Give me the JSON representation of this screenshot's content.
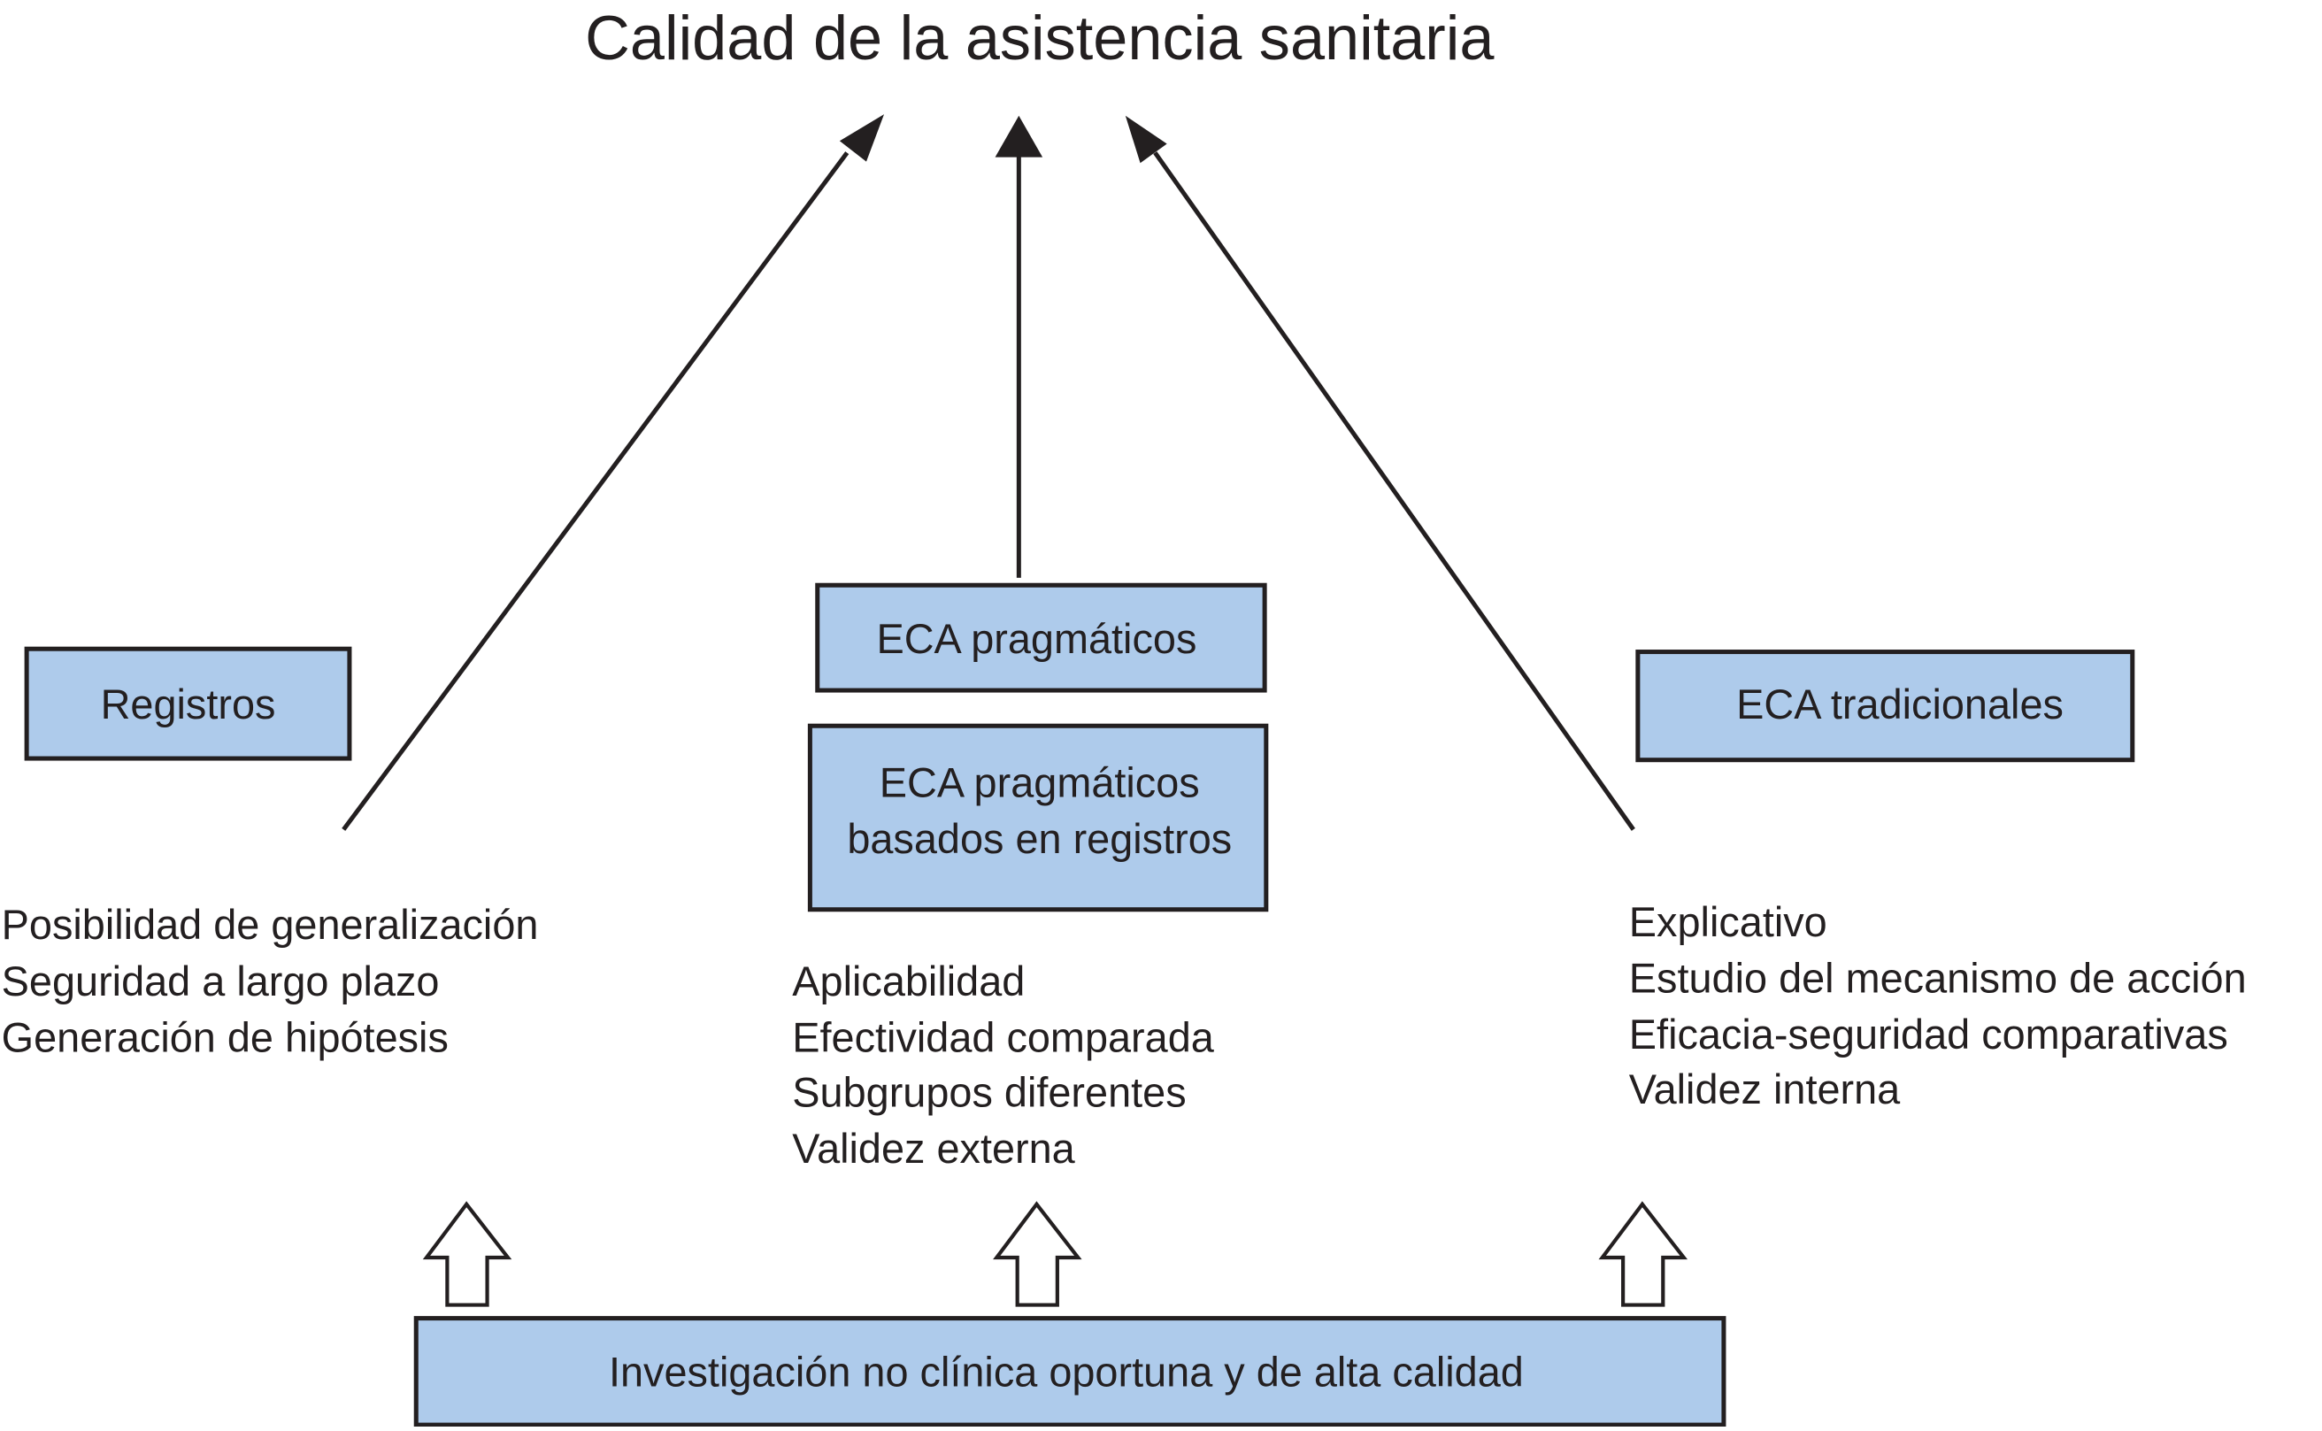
{
  "title": "Calidad de la asistencia sanitaria",
  "colors": {
    "box_fill": "#aecbeb",
    "ink": "#231f20"
  },
  "boxes": {
    "registros": "Registros",
    "eca_pragmaticos": "ECA pragmáticos",
    "eca_pragmaticos_registros": [
      "ECA pragmáticos",
      "basados en registros"
    ],
    "eca_tradicionales": "ECA tradicionales",
    "investigacion": "Investigación no clínica oportuna y de alta calidad"
  },
  "lists": {
    "left": [
      "Posibilidad de generalización",
      "Seguridad a largo plazo",
      "Generación de hipótesis"
    ],
    "center": [
      "Aplicabilidad",
      "Efectividad comparada",
      "Subgrupos diferentes",
      "Validez externa"
    ],
    "right": [
      "Explicativo",
      "Estudio del mecanismo de acción",
      "Eficacia-seguridad comparativas",
      "Validez interna"
    ]
  },
  "icons": {
    "top_arrows": "solid-arrow-up",
    "bottom_arrows": "hollow-arrow-up"
  }
}
